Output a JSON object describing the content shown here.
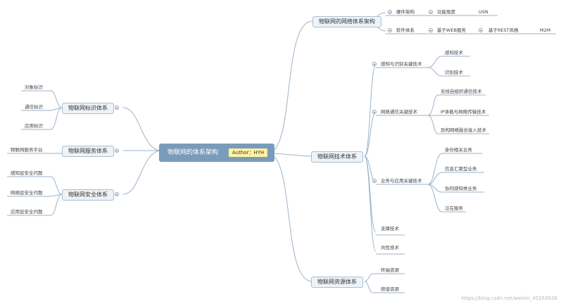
{
  "root": {
    "title": "物联网的体系架构",
    "author": "Author：HYH"
  },
  "net_arch": {
    "title": "物联网的网络体系架构",
    "hardware": "硬件架构",
    "function_view": "功能角度",
    "usn": "USN",
    "software": "软件体系",
    "web": "基于WEB服务",
    "rest": "基于REST风格",
    "m2m": "M2M"
  },
  "tech": {
    "title": "物联网技术体系",
    "perception": "感知与识别关键技术",
    "sensing": "感知技术",
    "recognition": "识别技术",
    "comm": "网络通信关键技术",
    "adhoc": "无线自组织通信技术",
    "ip": "IP承载与网络传输技术",
    "hetero": "异构网络融合接入技术",
    "business": "业务与应用关键技术",
    "identity": "身份相关业务",
    "info": "信息汇聚型业务",
    "coop": "协同感知类业务",
    "ubiquitous": "泛在服务",
    "support": "支撑技术",
    "common": "共性技术"
  },
  "resource": {
    "title": "物联网资源体系",
    "terminal": "终端资源",
    "spectrum": "频谱资源"
  },
  "ident": {
    "title": "物联网标识体系",
    "object": "对象标识",
    "communication": "通信标识",
    "application": "应用标识"
  },
  "service": {
    "title": "物联网服务体系",
    "platform": "物联网服务平台"
  },
  "security": {
    "title": "物联网安全体系",
    "perception_sec": "感知层安全问题",
    "network_sec": "网络层安全问题",
    "application_sec": "应用层安全问题"
  },
  "watermark": "https://blog.csdn.net/weixin_45263626"
}
